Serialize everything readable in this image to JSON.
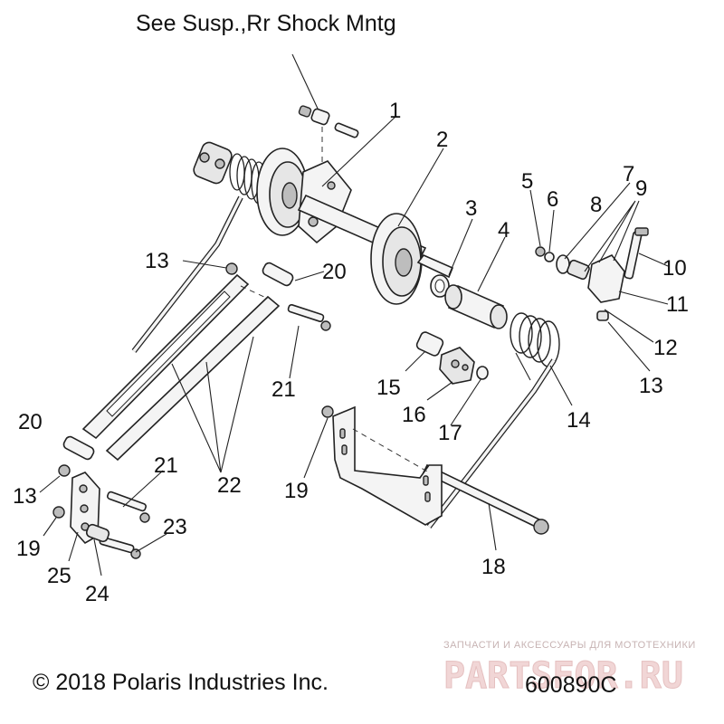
{
  "header_note": "See Susp.,Rr Shock Mntg",
  "callouts": [
    "1",
    "2",
    "3",
    "4",
    "5",
    "6",
    "7",
    "8",
    "9",
    "10",
    "11",
    "12",
    "13",
    "14",
    "15",
    "16",
    "17",
    "18",
    "19",
    "20",
    "21",
    "22",
    "23",
    "24",
    "25"
  ],
  "copyright": "© 2018 Polaris Industries Inc.",
  "diagram_code": "600890C",
  "watermark": {
    "tagline": "ЗАПЧАСТИ И АКСЕССУАРЫ ДЛЯ МОТОТЕХНИКИ",
    "brand": "PARTSFOR.RU"
  }
}
